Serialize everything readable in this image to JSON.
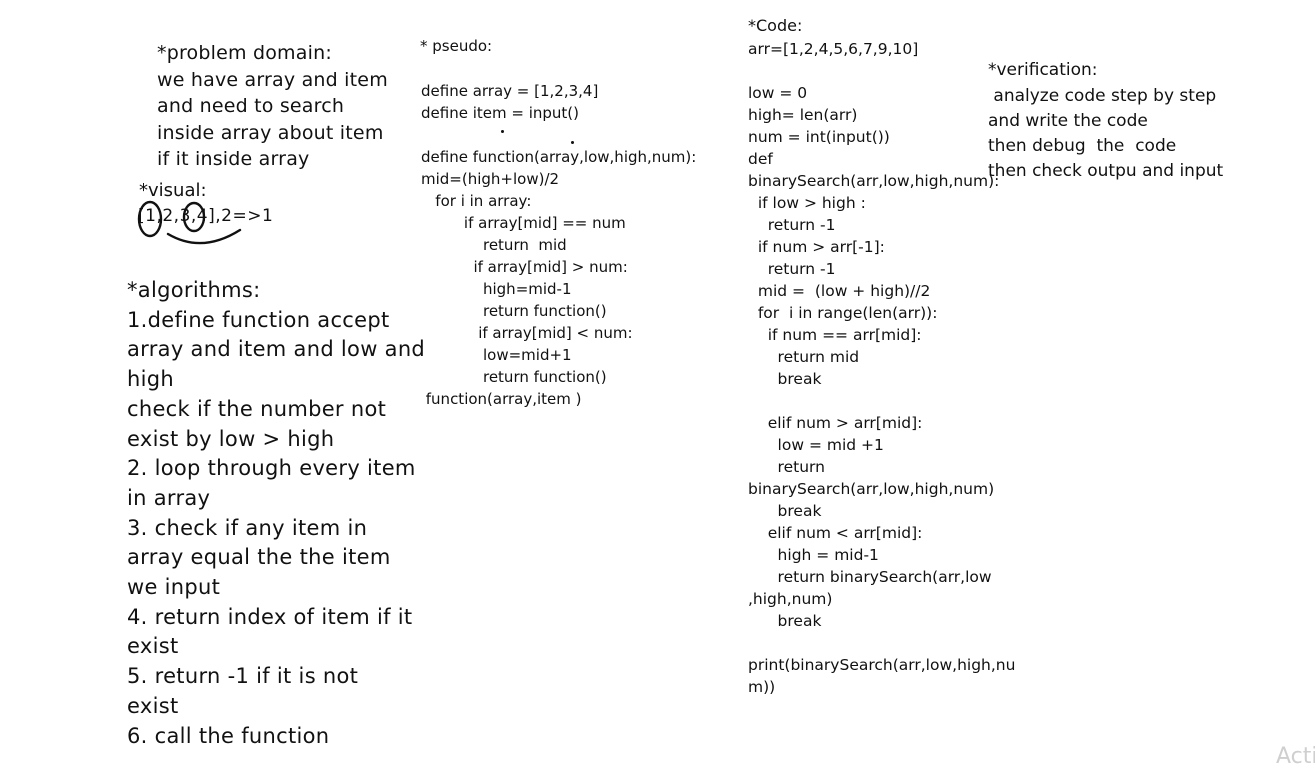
{
  "problem_domain": {
    "title": "*problem domain:",
    "lines": "we have array and item\nand need to search\ninside array about item\nif it inside array"
  },
  "visual": {
    "title": "*visual:",
    "expression": "[1,2,3,4],2=>1"
  },
  "algorithms": {
    "title": "*algorithms:",
    "text": "1.define function accept\narray and item and low and\nhigh\ncheck if the number not\nexist by low > high\n2. loop through every item\nin array\n3. check if any item in\narray equal the the item\nwe input\n4. return index of item if it\nexist\n5. return -1 if it is not\nexist\n6. call the function"
  },
  "pseudo": {
    "title": "* pseudo:",
    "code": "define array = [1,2,3,4]\ndefine item = input()\n\ndefine function(array,low,high,num):\nmid=(high+low)/2\n   for i in array:\n         if array[mid] == num\n             return  mid\n           if array[mid] > num:\n             high=mid-1\n             return function()\n            if array[mid] < num:\n             low=mid+1\n             return function()\n function(array,item )"
  },
  "code": {
    "title": "*Code:",
    "text": "arr=[1,2,4,5,6,7,9,10]\n\nlow = 0\nhigh= len(arr)\nnum = int(input())\ndef\nbinarySearch(arr,low,high,num):\n  if low > high :\n    return -1\n  if num > arr[-1]:\n    return -1\n  mid =  (low + high)//2\n  for  i in range(len(arr)):\n    if num == arr[mid]:\n      return mid\n      break\n\n    elif num > arr[mid]:\n      low = mid +1\n      return\nbinarySearch(arr,low,high,num)\n      break\n    elif num < arr[mid]:\n      high = mid-1\n      return binarySearch(arr,low\n,high,num)\n      break\n\nprint(binarySearch(arr,low,high,nu\nm))"
  },
  "verification": {
    "title": "*verification:",
    "text": " analyze code step by step\nand write the code\nthen debug  the  code\nthen check outpu and input"
  },
  "watermark": "Acti",
  "colors": {
    "ink": "#111111",
    "background": "#ffffff",
    "watermark": "#cfcfcf"
  }
}
